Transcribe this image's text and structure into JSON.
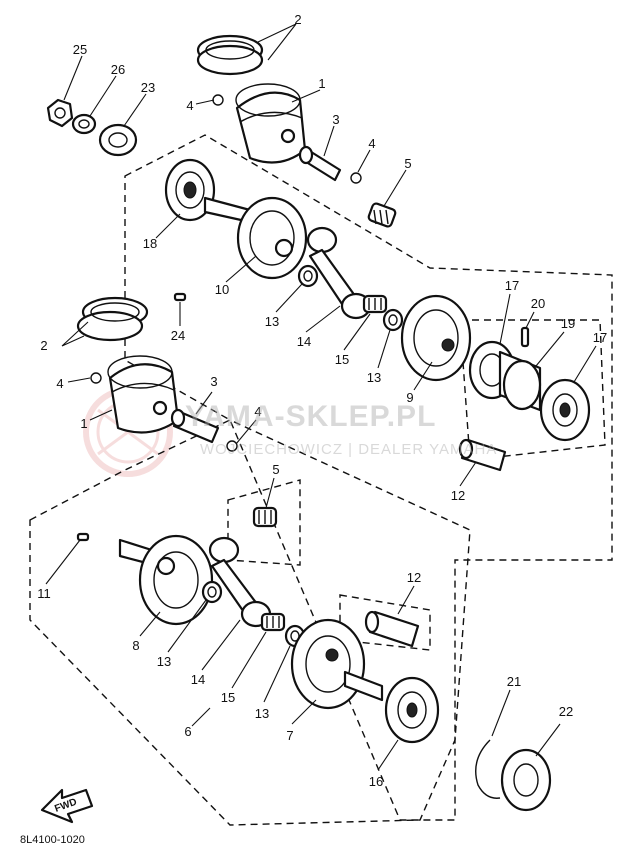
{
  "diagram_code": "8L4100-1020",
  "forward_marker": "FWD",
  "watermark": {
    "text": "YAMA-SKLEP.PL",
    "subtext": "WOJCIECHOWICZ | DEALER YAMAHA",
    "color": "#e8a0a0"
  },
  "callouts": [
    "2",
    "25",
    "26",
    "23",
    "4",
    "1",
    "3",
    "4",
    "5",
    "18",
    "10",
    "13",
    "14",
    "15",
    "13",
    "9",
    "17",
    "20",
    "19",
    "17",
    "24",
    "2",
    "4",
    "1",
    "3",
    "4",
    "5",
    "12",
    "11",
    "8",
    "13",
    "14",
    "15",
    "13",
    "7",
    "12",
    "16",
    "6",
    "21",
    "22"
  ]
}
